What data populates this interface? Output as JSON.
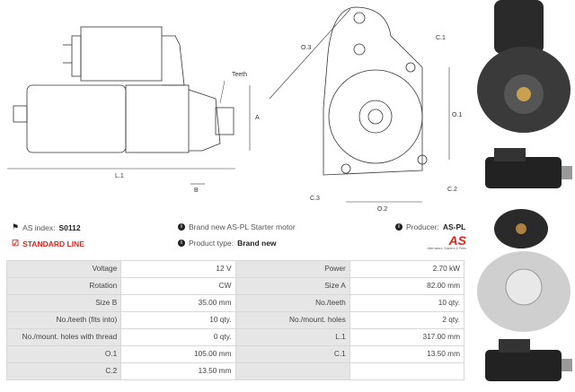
{
  "drawing_side": {
    "labels": {
      "teeth": "Teeth",
      "a": "A",
      "b": "B",
      "l1": "L.1"
    }
  },
  "drawing_front": {
    "labels": {
      "o3": "O.3",
      "c1": "C.1",
      "o1": "O.1",
      "c2": "C.2",
      "c3": "C.3",
      "o2": "O.2"
    }
  },
  "info": {
    "as_index_label": "AS index:",
    "as_index_value": "S0112",
    "standard_line": "STANDARD LINE",
    "description": "Brand new AS-PL Starter motor",
    "product_type_label": "Product type:",
    "product_type_value": "Brand new",
    "producer_label": "Producer:",
    "producer_value": "AS-PL",
    "logo_text": "AS",
    "logo_tagline": "Alternators, Starters & Parts"
  },
  "specs": [
    [
      "Voltage",
      "12 V",
      "Power",
      "2.70 kW"
    ],
    [
      "Rotation",
      "CW",
      "Size A",
      "82.00 mm"
    ],
    [
      "Size B",
      "35.00 mm",
      "No./teeth",
      "10 qty."
    ],
    [
      "No./teeth (fits into)",
      "10 qty.",
      "No./mount. holes",
      "2 qty."
    ],
    [
      "No./mount. holes with thread",
      "0 qty.",
      "L.1",
      "317.00 mm"
    ],
    [
      "O.1",
      "105.00 mm",
      "C.1",
      "13.50 mm"
    ],
    [
      "C.2",
      "13.50 mm",
      "",
      ""
    ]
  ],
  "colors": {
    "accent": "#e2231a",
    "label_bg": "#e6e6e6"
  }
}
